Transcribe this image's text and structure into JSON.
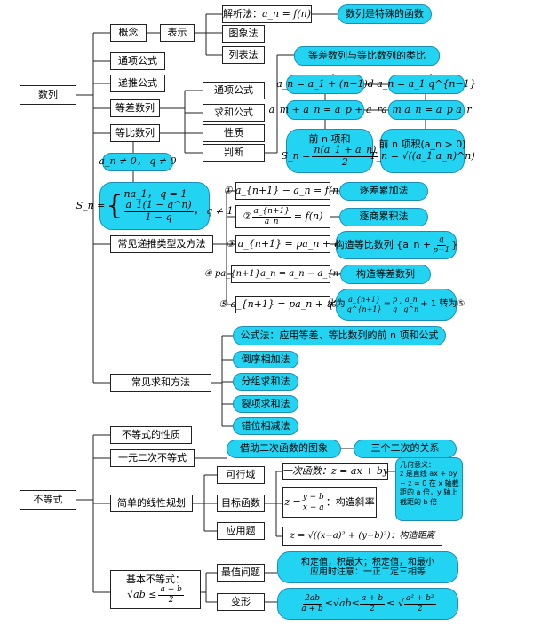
{
  "sequences": {
    "root": "数列",
    "concept": "概念",
    "representation": "表示",
    "analytic_method": "解析法：",
    "analytic_formula": "a_n = f(n)",
    "analytic_note": "数列是特殊的函数",
    "graph_method": "图象法",
    "list_method": "列表法",
    "general_term": "通项公式",
    "recurrence": "递推公式",
    "arithmetic": "等差数列",
    "geometric": "等比数列",
    "ag_general_term": "通项公式",
    "ag_sum": "求和公式",
    "ag_property": "性质",
    "ag_judge": "判断",
    "analogy_title": "等差数列与等比数列的类比",
    "arith_term": "a_n = a_1 + (n−1)d",
    "geo_term": "a_n = a_1 q^{n−1}",
    "arith_prop": "a_m + a_n = a_p + a_r",
    "geo_prop": "a_m a_n = a_p a_r",
    "arith_sum_label": "前 n 项和",
    "arith_sum_lhs": "S_n =",
    "arith_sum_num": "n(a_1 + a_n)",
    "arith_sum_den": "2",
    "geo_prod_label": "前 n 项积(a_n > 0)",
    "geo_prod_formula": "T_n = √((a_1 a_n)^n)",
    "geo_condition": "a_n ≠ 0， q ≠ 0",
    "geo_sum_row1": "na_1，  q = 1",
    "geo_sum_num": "a_1(1 − q^n)",
    "geo_sum_den": "1 − q",
    "geo_sum_cond": "，  q ≠ 1",
    "geo_sum_lhs": "S_n =",
    "recursion_types": "常见递推类型及方法",
    "rec1": "① a_{n+1} − a_n = f(n)",
    "rec1_method": "逐差累加法",
    "rec2_lead": "②",
    "rec2_num": "a_{n+1}",
    "rec2_den": "a_n",
    "rec2_tail": "= f(n)",
    "rec2_method": "逐商累积法",
    "rec3": "③ a_{n+1} = pa_n + q",
    "rec3_method_pre": "构造等比数列 {a_n +",
    "rec3_method_num": "q",
    "rec3_method_den": "p−1",
    "rec3_method_post": "}",
    "rec4": "④ pa_{n+1}a_n = a_n − a_{n+1}",
    "rec4_method": "构造等差数列",
    "rec5": "⑤ a_{n+1} = pa_n + q^n",
    "rec5_method_pre": "化为",
    "rec5_f1_num": "a_{n+1}",
    "rec5_f1_den": "q^{n+1}",
    "rec5_mid": "=",
    "rec5_f2_num": "p",
    "rec5_f2_den": "q",
    "rec5_dot": "·",
    "rec5_f3_num": "a_n",
    "rec5_f3_den": "q^n",
    "rec5_method_post": "+ 1 转为⑤",
    "sum_methods": "常见求和方法",
    "sum_m1": "公式法：应用等差、等比数列的前 n 项和公式",
    "sum_m2": "倒序相加法",
    "sum_m3": "分组求和法",
    "sum_m4": "裂项求和法",
    "sum_m5": "错位相减法"
  },
  "inequalities": {
    "root": "不等式",
    "properties": "不等式的性质",
    "quadratic": "一元二次不等式",
    "quadratic_method": "借助二次函数的图象",
    "three_quadratics": "三个二次的关系",
    "linear_programming": "简单的线性规划",
    "feasible_region": "可行域",
    "objective_function": "目标函数",
    "application": "应用题",
    "obj_linear": "一次函数：z = ax + by",
    "obj_slope_pre": "z =",
    "obj_slope_num": "y − b",
    "obj_slope_den": "x − a",
    "obj_slope_post": "：构造斜率",
    "obj_distance": "z = √((x−a)² + (y−b)²)：构造距离",
    "geo_meaning_lines": [
      "几何意义：",
      "z 是直线 ax + by",
      "− z = 0 在 x 轴截",
      "距的 a 倍，y 轴上",
      "截距的 b 倍"
    ],
    "basic_ineq_label": "基本不等式：",
    "basic_ineq_lhs": "√ab ≤",
    "basic_ineq_num": "a + b",
    "basic_ineq_den": "2",
    "extreme_value": "最值问题",
    "extreme_rule_line1": "和定值，积最大；积定值，和最小",
    "extreme_rule_line2": "应用时注意：一正二定三相等",
    "transform": "变形",
    "chain_f1_num": "2ab",
    "chain_f1_den": "a + b",
    "chain_le1": "≤",
    "chain_sqrt": "√ab",
    "chain_le2": "≤",
    "chain_f2_num": "a + b",
    "chain_f2_den": "2",
    "chain_le3": "≤ √",
    "chain_f3_num": "a² + b²",
    "chain_f3_den": "2"
  },
  "colors": {
    "fill": "#22d3f2",
    "border": "#1a8fb5",
    "line": "#222222"
  }
}
